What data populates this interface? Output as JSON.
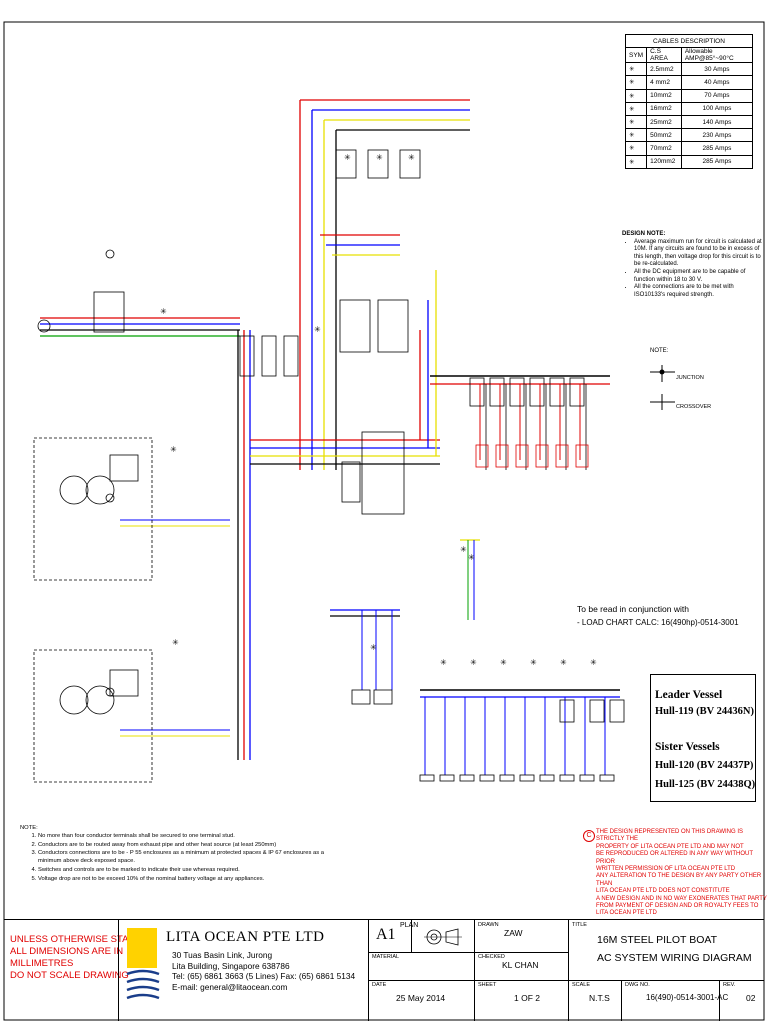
{
  "cables": {
    "title": "CABLES  DESCRIPTION",
    "headers": [
      "SYM",
      "C.S AREA",
      "Allowable AMP@85°~90°C"
    ],
    "rows": [
      {
        "area": "2.5mm2",
        "amps": "30 Amps"
      },
      {
        "area": "4 mm2",
        "amps": "40 Amps"
      },
      {
        "area": "10mm2",
        "amps": "70 Amps"
      },
      {
        "area": "16mm2",
        "amps": "100 Amps"
      },
      {
        "area": "25mm2",
        "amps": "140 Amps"
      },
      {
        "area": "50mm2",
        "amps": "230 Amps"
      },
      {
        "area": "70mm2",
        "amps": "285 Amps"
      },
      {
        "area": "120mm2",
        "amps": "285 Amps"
      }
    ]
  },
  "design_note": {
    "title": "DESIGN NOTE:",
    "items": [
      "Average maximum run for circuit is calculated at 10M. If any circuits are found to be in excess of this length, then voltage drop for this circuit is to be re-calculated.",
      "All the DC equipment are to be capable of function within 18 to 30 V.",
      "All the connections are to be met with ISO10133's required strength."
    ]
  },
  "legend": {
    "title": "NOTE:",
    "junction": "JUNCTION",
    "crossover": "CROSSOVER"
  },
  "conjunction": {
    "line1": "To be read in conjunction with",
    "line2": "-     LOAD CHART CALC: 16(490hp)-0514-3001"
  },
  "vessels": {
    "leader_label": "Leader Vessel",
    "leader_hull": "Hull-119 (BV 24436N)",
    "sister_label": "Sister Vessels",
    "sister_hull1": "Hull-120 (BV 24437P)",
    "sister_hull2": "Hull-125 (BV 24438Q)"
  },
  "notes": {
    "title": "NOTE:",
    "items": [
      "No more than four conductor terminals shall be secured to one terminal stud.",
      "Conductors are to be routed away from exhaust pipe and other heat source (at least 250mm)",
      "Conductors connections are to be - P 55 enclosures as a minimum at protected spaces & IP 67 enclosures as a minimum above deck exposed space.",
      "Switches and controls are to be marked to indicate their use whereas required.",
      "Voltage drop are not to be exceed 10% of the nominal battery voltage at any appliances."
    ]
  },
  "copyright": [
    "THE DESIGN REPRESENTED ON THIS DRAWING IS STRICTLY THE",
    "PROPERTY OF LITA OCEAN PTE LTD AND MAY NOT",
    "BE REPRODUCED OR ALTERED IN ANY WAY WITHOUT PRIOR",
    "WRITTEN PERMISSION OF LITA OCEAN PTE LTD",
    "ANY ALTERATION TO THE DESIGN BY ANY PARTY OTHER THAN",
    "LITA OCEAN PTE LTD DOES NOT CONSTITUTE",
    "A NEW DESIGN AND IN NO WAY EXONERATES THAT PARTY",
    "FROM PAYMENT OF DESIGN AND OR ROYALTY FEES TO",
    "LITA OCEAN PTE LTD"
  ],
  "title_block": {
    "warning": [
      "UNLESS OTHERWISE STATED",
      "ALL DIMENSIONS ARE IN",
      "MILLIMETRES",
      "DO NOT SCALE DRAWING"
    ],
    "company": "LITA OCEAN PTE LTD",
    "address": [
      "30 Tuas Basin Link, Jurong",
      "Lita Building, Singapore 638786",
      "Tel: (65) 6861 3663 (5 Lines)   Fax: (65) 6861 5134",
      "E-mail: general@litaocean.com"
    ],
    "size": "A1",
    "plan_label": "PLAN",
    "material_label": "MATERIAL",
    "date_label": "DATE",
    "date": "25 May 2014",
    "drawn_label": "DRAWN",
    "drawn": "ZAW",
    "checked_label": "CHECKED",
    "checked": "KL  CHAN",
    "sheet_label": "SHEET",
    "sheet": "1 OF 2",
    "title_label": "TITLE",
    "title1": "16M STEEL PILOT BOAT",
    "title2": "AC SYSTEM WIRING DIAGRAM",
    "scale_label": "SCALE",
    "scale": "N.T.S",
    "dwg_label": "DWG NO.",
    "dwg": "16(490)-0514-3001-AC",
    "rev_label": "REV.",
    "rev": "02"
  },
  "colors": {
    "red": "#e00000",
    "blue": "#0000ff",
    "yellow": "#e8e000",
    "green": "#00a000",
    "black": "#000000"
  }
}
